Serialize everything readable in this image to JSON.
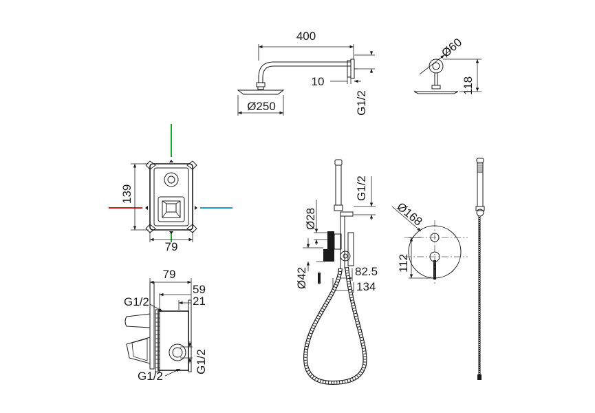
{
  "dimensions": {
    "arm_length": "400",
    "head_diameter": "Ø250",
    "arm_offset": "10",
    "arm_thread": "G1/2",
    "flange_diameter": "Ø60",
    "flange_height": "118",
    "box_height": "139",
    "box_width": "79",
    "side_width": "79",
    "side_depth_59": "59",
    "side_depth_21": "21",
    "side_thread_top": "G1/2",
    "side_thread_bottom": "G1/2",
    "side_thread_right": "G1/2",
    "bracket_thread": "G1/2",
    "bracket_28": "Ø28",
    "bracket_42": "Ø42",
    "hose_82_5": "82.5",
    "hose_134": "134",
    "plate_diameter": "Ø168",
    "plate_112": "112"
  },
  "colors": {
    "hot_line": "#d62020",
    "cold_line": "#1aa3bf",
    "top_line": "#1e9e2a",
    "bottom_line": "#1e9e2a",
    "ink": "#1a1a1a"
  },
  "icons": {
    "arrow": "arrowhead"
  }
}
